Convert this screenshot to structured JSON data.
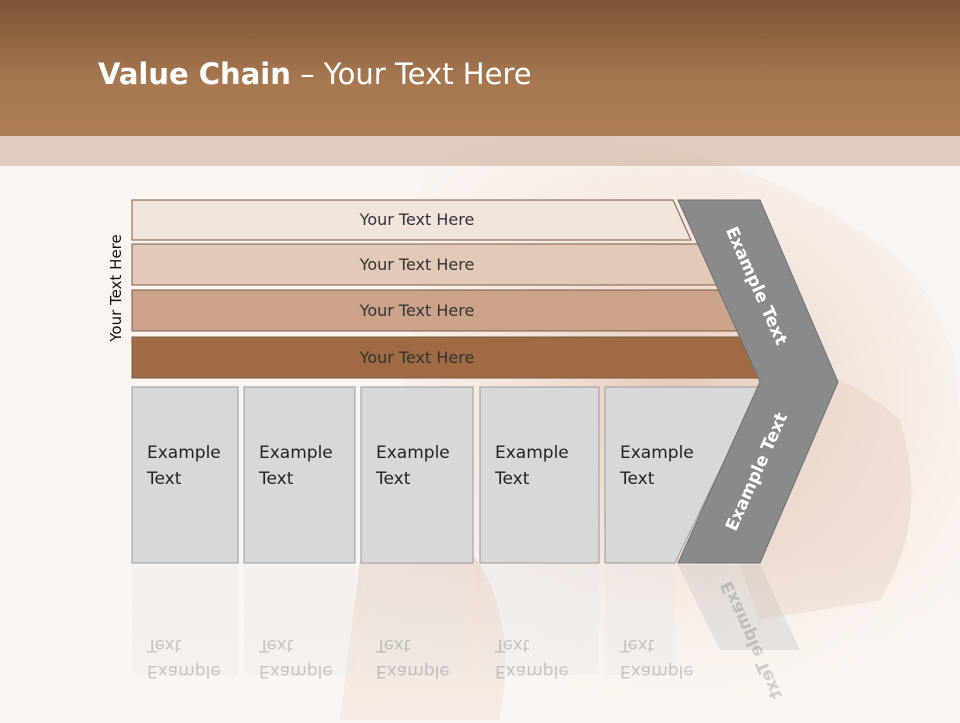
{
  "slide": {
    "title_bold": "Value Chain",
    "title_rest": " – Your Text Here"
  },
  "diagram": {
    "side_label": "Your Text Here",
    "bars": [
      {
        "label": "Your Text Here",
        "color": "#f0e4dc"
      },
      {
        "label": "Your Text Here",
        "color": "#e3c9b7"
      },
      {
        "label": "Your Text Here",
        "color": "#cba38a"
      },
      {
        "label": "Your Text Here",
        "color": "#a06a43"
      }
    ],
    "boxes": [
      {
        "label": "Example Text"
      },
      {
        "label": "Example Text"
      },
      {
        "label": "Example Text"
      },
      {
        "label": "Example Text"
      },
      {
        "label": "Example Text"
      }
    ],
    "chevron_top": "Example Text",
    "chevron_bottom": "Example Text",
    "box_color": "#d8d8d8",
    "chevron_color": "#8a8a8a"
  }
}
